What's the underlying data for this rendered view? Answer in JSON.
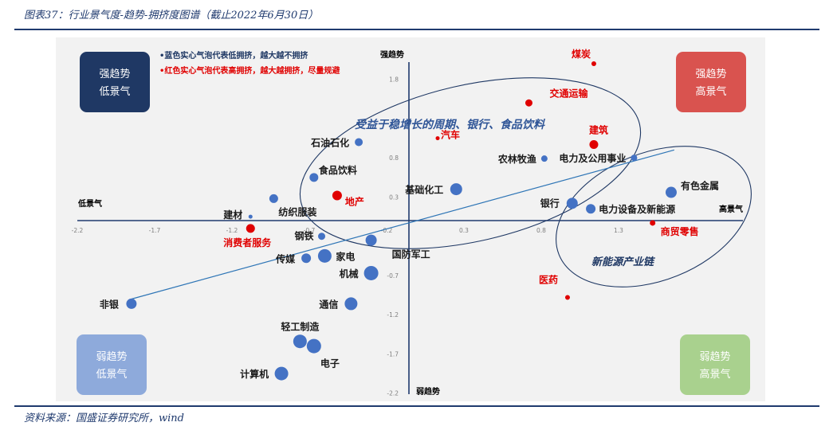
{
  "caption": "图表37：行业景气度-趋势-拥挤度图谱（截止2022年6月30日）",
  "source": "资料来源：国盛证券研究所，wind",
  "legend": {
    "blue": "•蓝色实心气泡代表低拥挤，越大越不拥挤",
    "red": "•红色实心气泡代表高拥挤，越大越拥挤，尽量规避"
  },
  "quadrants": {
    "tl": {
      "line1": "强趋势",
      "line2": "低景气",
      "color": "#1f3864"
    },
    "tr": {
      "line1": "强趋势",
      "line2": "高景气",
      "color": "#d9534f"
    },
    "bl": {
      "line1": "弱趋势",
      "line2": "低景气",
      "color": "#8eaadb"
    },
    "br": {
      "line1": "弱趋势",
      "line2": "高景气",
      "color": "#a9d18e"
    }
  },
  "annotations": {
    "upper_ellipse": "受益于稳增长的周期、银行、食品饮料",
    "lower_ellipse": "新能源产业链"
  },
  "colors": {
    "blue": "#4472c4",
    "red": "#e00000",
    "axis": "#1f3a6e"
  },
  "chart_data": {
    "type": "scatter",
    "xlabel_left": "低景气",
    "xlabel_right": "高景气",
    "ylabel_top": "强趋势",
    "ylabel_bottom": "弱趋势",
    "xlim": [
      -2.2,
      2.2
    ],
    "ylim": [
      -2.2,
      2.2
    ],
    "x_ticks": [
      "-2.2",
      "-1.7",
      "-1.2",
      "-0.7",
      "-0.2",
      "0.3",
      "0.8",
      "1.3"
    ],
    "y_ticks": [
      "1.8",
      "0.8",
      "0.3",
      "-0.7",
      "-1.2",
      "-1.7",
      "-2.2"
    ],
    "points": [
      {
        "name": "煤炭",
        "x": 1.14,
        "y": 2.0,
        "color": "red",
        "size": 0.15
      },
      {
        "name": "交通运输",
        "x": 0.72,
        "y": 1.5,
        "color": "red",
        "size": 0.3
      },
      {
        "name": "建筑",
        "x": 1.14,
        "y": 0.97,
        "color": "red",
        "size": 0.4
      },
      {
        "name": "汽车",
        "x": 0.13,
        "y": 1.05,
        "color": "red",
        "size": 0.1
      },
      {
        "name": "农林牧渔",
        "x": 0.82,
        "y": 0.79,
        "color": "blue",
        "size": 0.25
      },
      {
        "name": "电力及公用事业",
        "x": 1.4,
        "y": 0.8,
        "color": "blue",
        "size": 0.25
      },
      {
        "name": "石油石化",
        "x": -0.38,
        "y": 1.0,
        "color": "blue",
        "size": 0.35
      },
      {
        "name": "食品饮料",
        "x": -0.67,
        "y": 0.55,
        "color": "blue",
        "size": 0.4
      },
      {
        "name": "基础化工",
        "x": 0.25,
        "y": 0.4,
        "color": "blue",
        "size": 0.6
      },
      {
        "name": "地产",
        "x": -0.52,
        "y": 0.32,
        "color": "red",
        "size": 0.45
      },
      {
        "name": "纺织服装",
        "x": -0.93,
        "y": 0.28,
        "color": "blue",
        "size": 0.4
      },
      {
        "name": "银行",
        "x": 1.0,
        "y": 0.22,
        "color": "blue",
        "size": 0.55
      },
      {
        "name": "电力设备及新能源",
        "x": 1.12,
        "y": 0.15,
        "color": "blue",
        "size": 0.45
      },
      {
        "name": "有色金属",
        "x": 1.64,
        "y": 0.36,
        "color": "blue",
        "size": 0.55
      },
      {
        "name": "建材",
        "x": -1.08,
        "y": 0.05,
        "color": "blue",
        "size": 0.1
      },
      {
        "name": "商贸零售",
        "x": 1.52,
        "y": -0.03,
        "color": "red",
        "size": 0.2
      },
      {
        "name": "消费者服务",
        "x": -1.08,
        "y": -0.1,
        "color": "red",
        "size": 0.4
      },
      {
        "name": "钢铁",
        "x": -0.62,
        "y": -0.2,
        "color": "blue",
        "size": 0.3
      },
      {
        "name": "国防军工",
        "x": -0.3,
        "y": -0.25,
        "color": "blue",
        "size": 0.55
      },
      {
        "name": "传媒",
        "x": -0.72,
        "y": -0.48,
        "color": "blue",
        "size": 0.45
      },
      {
        "name": "家电",
        "x": -0.6,
        "y": -0.45,
        "color": "blue",
        "size": 0.7
      },
      {
        "name": "机械",
        "x": -0.3,
        "y": -0.67,
        "color": "blue",
        "size": 0.75
      },
      {
        "name": "医药",
        "x": 0.97,
        "y": -0.98,
        "color": "red",
        "size": 0.15
      },
      {
        "name": "非银",
        "x": -1.85,
        "y": -1.06,
        "color": "blue",
        "size": 0.5
      },
      {
        "name": "通信",
        "x": -0.43,
        "y": -1.06,
        "color": "blue",
        "size": 0.65
      },
      {
        "name": "轻工制造",
        "x": -0.76,
        "y": -1.54,
        "color": "blue",
        "size": 0.7
      },
      {
        "name": "电子",
        "x": -0.67,
        "y": -1.6,
        "color": "blue",
        "size": 0.75
      },
      {
        "name": "计算机",
        "x": -0.88,
        "y": -1.95,
        "color": "blue",
        "size": 0.7
      }
    ],
    "trendline": {
      "x": [
        -1.85,
        1.66
      ],
      "y": [
        -1.0,
        0.9
      ]
    }
  }
}
